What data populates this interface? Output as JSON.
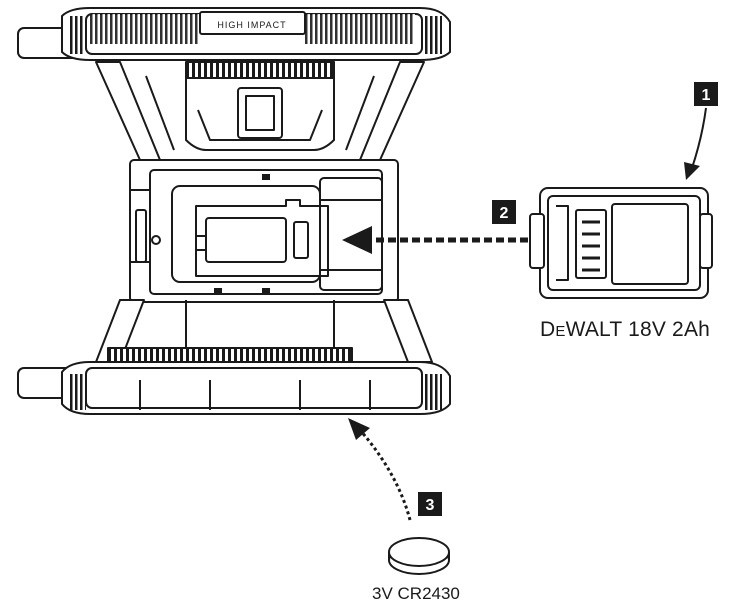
{
  "diagram": {
    "device_label": "HIGH IMPACT",
    "steps": [
      {
        "number": "1"
      },
      {
        "number": "2"
      },
      {
        "number": "3"
      }
    ],
    "battery": {
      "brand_prefix": "D",
      "brand_small": "E",
      "brand_rest": "WALT",
      "spec": "18V 2Ah"
    },
    "coin_cell": {
      "label": "3V CR2430"
    },
    "colors": {
      "ink": "#1a1a1a",
      "badge": "#1a1a1a",
      "badge_text": "#ffffff"
    }
  }
}
